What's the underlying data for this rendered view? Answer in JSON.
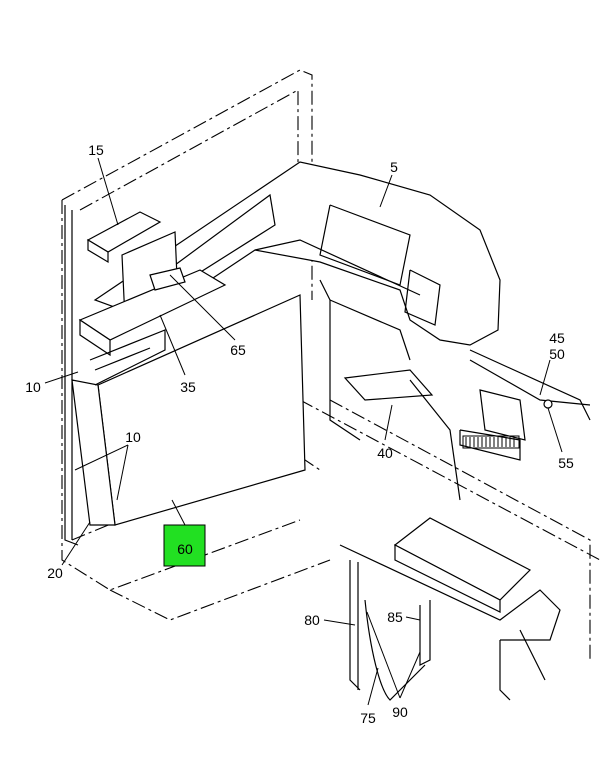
{
  "diagram": {
    "highlight_color": "#22e022",
    "callouts": {
      "c5": "5",
      "c10a": "10",
      "c10b": "10",
      "c15": "15",
      "c20": "20",
      "c35": "35",
      "c40": "40",
      "c45": "45",
      "c50": "50",
      "c55": "55",
      "c60": "60",
      "c65": "65",
      "c75": "75",
      "c80": "80",
      "c85": "85",
      "c90": "90"
    }
  }
}
